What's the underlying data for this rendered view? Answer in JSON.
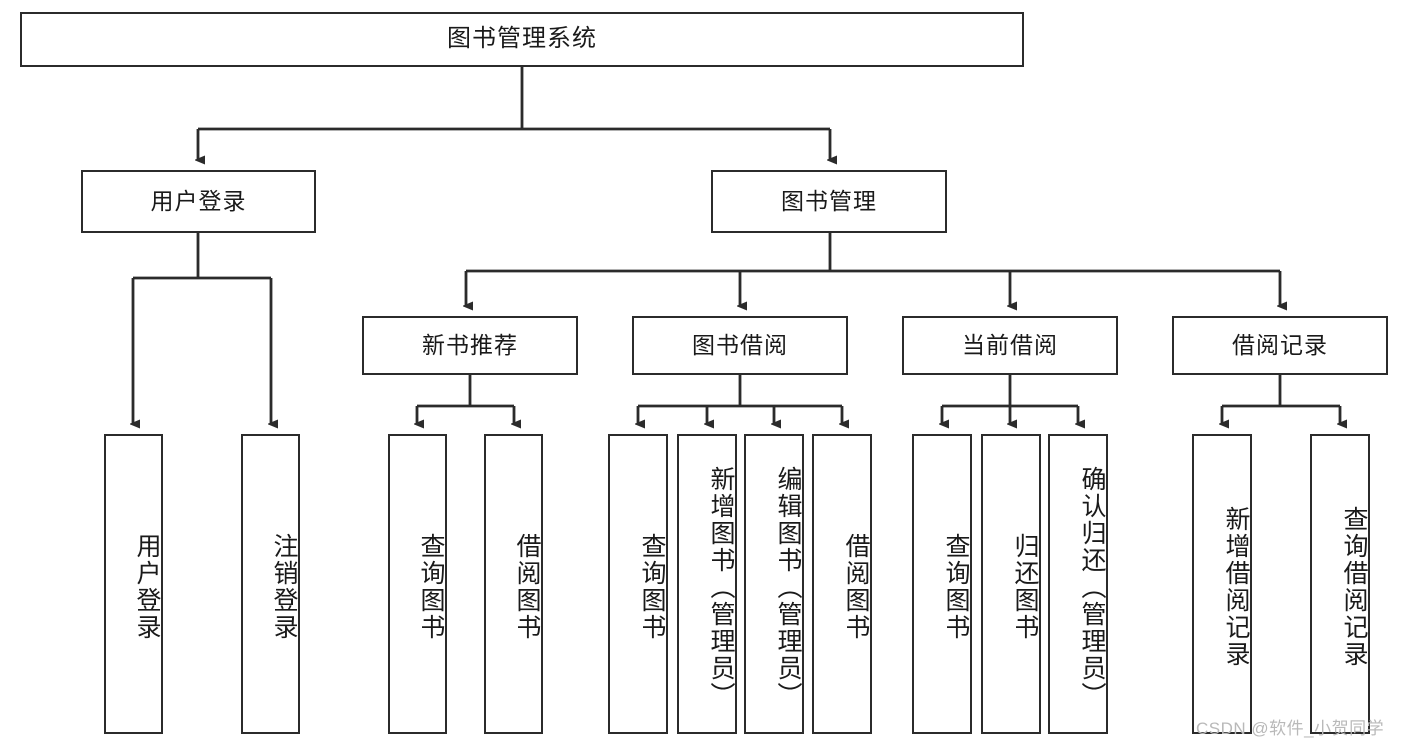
{
  "diagram": {
    "title": "图书管理系统",
    "watermark": "CSDN @软件_小贺同学",
    "colors": {
      "box_border": "#2b2b2b",
      "box_fill": "#ffffff",
      "edge": "#2b2b2b",
      "text": "#1a1a1a",
      "watermark": "#b9b9b9",
      "background": "#ffffff"
    },
    "levels": {
      "level1": [
        {
          "id": "root",
          "label": "图书管理系统"
        }
      ],
      "level2": [
        {
          "id": "user-login",
          "label": "用户登录"
        },
        {
          "id": "book-manage",
          "label": "图书管理"
        }
      ],
      "level3": [
        {
          "id": "new-book-recommend",
          "label": "新书推荐",
          "parent": "book-manage"
        },
        {
          "id": "book-borrow",
          "label": "图书借阅",
          "parent": "book-manage"
        },
        {
          "id": "current-borrow",
          "label": "当前借阅",
          "parent": "book-manage"
        },
        {
          "id": "borrow-record",
          "label": "借阅记录",
          "parent": "book-manage"
        }
      ],
      "level4": [
        {
          "id": "leaf-user-login",
          "label": "用户登录",
          "parent": "user-login"
        },
        {
          "id": "leaf-user-logout",
          "label": "注销登录",
          "parent": "user-login"
        },
        {
          "id": "leaf-query-book-1",
          "label": "查询图书",
          "parent": "new-book-recommend"
        },
        {
          "id": "leaf-borrow-book-1",
          "label": "借阅图书",
          "parent": "new-book-recommend"
        },
        {
          "id": "leaf-query-book-2",
          "label": "查询图书",
          "parent": "book-borrow"
        },
        {
          "id": "leaf-add-book",
          "label": "新增图书（管理员）",
          "parent": "book-borrow"
        },
        {
          "id": "leaf-edit-book",
          "label": "编辑图书（管理员）",
          "parent": "book-borrow"
        },
        {
          "id": "leaf-borrow-book-2",
          "label": "借阅图书",
          "parent": "book-borrow"
        },
        {
          "id": "leaf-query-book-3",
          "label": "查询图书",
          "parent": "current-borrow"
        },
        {
          "id": "leaf-return-book",
          "label": "归还图书",
          "parent": "current-borrow"
        },
        {
          "id": "leaf-confirm-return",
          "label": "确认归还（管理员）",
          "parent": "current-borrow"
        },
        {
          "id": "leaf-add-record",
          "label": "新增借阅记录",
          "parent": "borrow-record"
        },
        {
          "id": "leaf-query-record",
          "label": "查询借阅记录",
          "parent": "borrow-record"
        }
      ]
    }
  }
}
